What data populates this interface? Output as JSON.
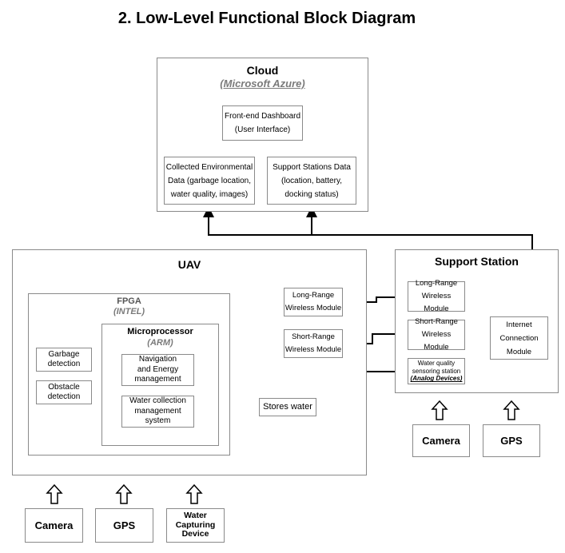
{
  "title": "2. Low-Level Functional Block Diagram",
  "cloud": {
    "title": "Cloud",
    "subtitle": "(Microsoft Azure)",
    "dashboard": [
      "Front-end Dashboard",
      "(User Interface)"
    ],
    "env_data": [
      "Collected Environmental",
      "Data (garbage location,",
      "water quality, images)"
    ],
    "station_data": [
      "Support Stations Data",
      "(location, battery,",
      "docking status)"
    ]
  },
  "uav": {
    "title": "UAV",
    "fpga_title": "FPGA",
    "fpga_subtitle": "(INTEL)",
    "garbage": [
      "Garbage",
      "detection"
    ],
    "obstacle": [
      "Obstacle",
      "detection"
    ],
    "micro_title": "Microprocessor",
    "micro_subtitle": "(ARM)",
    "nav": [
      "Navigation",
      "and Energy",
      "management"
    ],
    "water_mgmt": [
      "Water collection",
      "management",
      "system"
    ],
    "long_range": [
      "Long-Range",
      "Wireless Module"
    ],
    "short_range": [
      "Short-Range",
      "Wireless Module"
    ],
    "stores_water": "Stores water"
  },
  "support": {
    "title": "Support Station",
    "long_range": [
      "Long-Range",
      "Wireless Module"
    ],
    "short_range": [
      "Short-Range",
      "Wireless Module"
    ],
    "water_quality": [
      "Water quality",
      "sensoring station"
    ],
    "water_quality_vendor": "(Analog Devices)",
    "internet": [
      "Internet",
      "Connection",
      "Module"
    ]
  },
  "inputs": {
    "uav": [
      "Camera",
      "GPS",
      "Water Capturing Device"
    ],
    "support": [
      "Camera",
      "GPS"
    ]
  }
}
